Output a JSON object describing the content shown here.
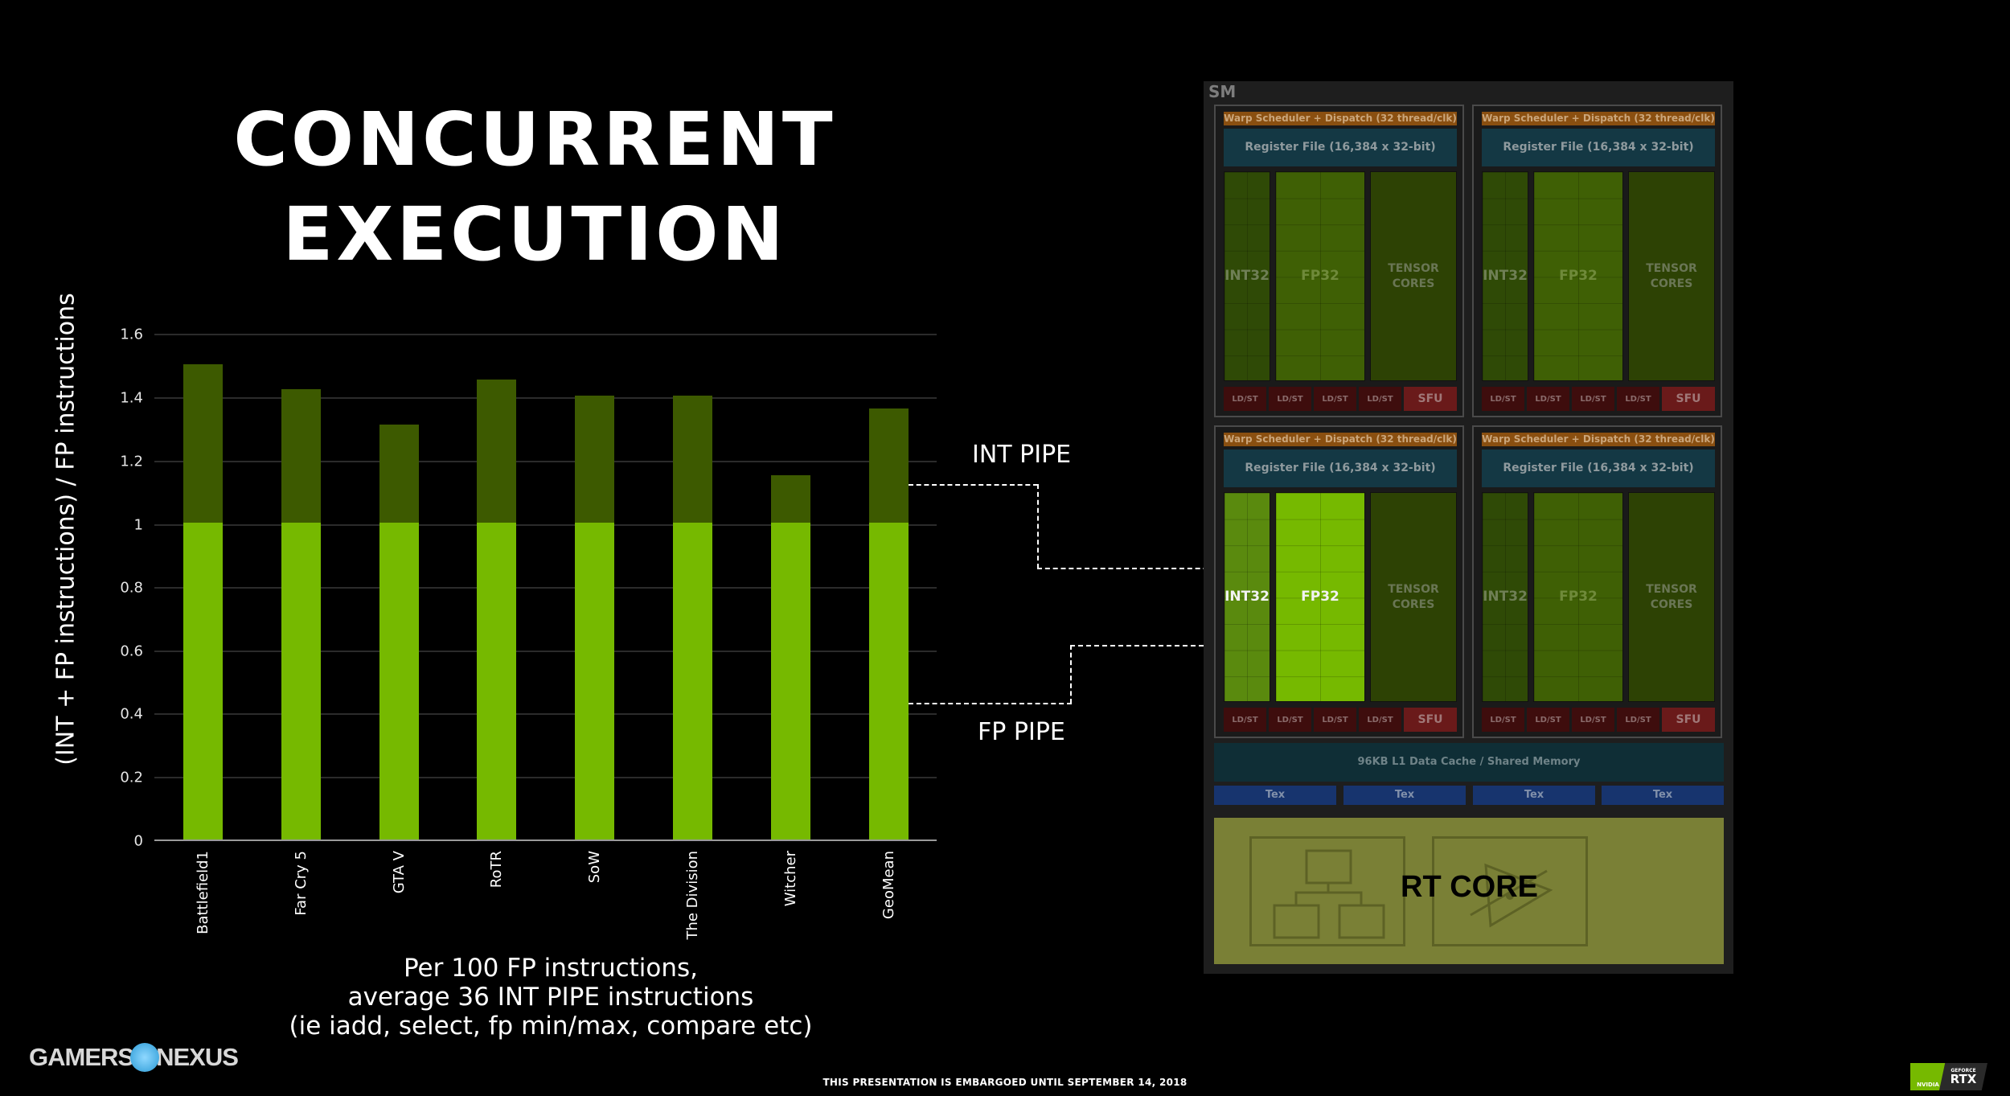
{
  "slide": {
    "title_line1": "CONCURRENT",
    "title_line2": "EXECUTION",
    "caption_lines": [
      "Per 100 FP instructions,",
      "average 36 INT PIPE instructions",
      "(ie iadd, select, fp min/max, compare etc)"
    ],
    "embargo": "THIS PRESENTATION IS EMBARGOED UNTIL SEPTEMBER 14, 2018",
    "int_pipe_label": "INT PIPE",
    "fp_pipe_label": "FP PIPE"
  },
  "logos": {
    "left_part1": "GAMERS",
    "left_part2": "NEXUS",
    "nvidia": "NVIDIA",
    "geforce": "GEFORCE",
    "rtx": "RTX"
  },
  "colors": {
    "fp_bar": "#76b900",
    "int_bar": "#3d5a00",
    "background": "#000000"
  },
  "chart_data": {
    "type": "bar",
    "stacked": true,
    "title": "",
    "xlabel": "",
    "ylabel": "(INT + FP instructions) / FP instructions",
    "ylim": [
      0,
      1.6
    ],
    "yticks": [
      "0",
      "0.2",
      "0.4",
      "0.6",
      "0.8",
      "1",
      "1.2",
      "1.4",
      "1.6"
    ],
    "grid": true,
    "legend": "none",
    "categories": [
      "Battlefield1",
      "Far Cry 5",
      "GTA V",
      "RoTR",
      "SoW",
      "The Division",
      "Witcher",
      "GeoMean"
    ],
    "series": [
      {
        "name": "FP PIPE",
        "color": "#76b900",
        "values": [
          1,
          1,
          1,
          1,
          1,
          1,
          1,
          1
        ]
      },
      {
        "name": "INT PIPE",
        "color": "#3d5a00",
        "values": [
          0.5,
          0.42,
          0.31,
          0.45,
          0.4,
          0.4,
          0.15,
          0.36
        ]
      }
    ],
    "totals": [
      1.5,
      1.42,
      1.31,
      1.45,
      1.4,
      1.4,
      1.15,
      1.36
    ]
  },
  "diagram": {
    "sm_label": "SM",
    "warp_label": "Warp Scheduler + Dispatch (32 thread/clk)",
    "register_label": "Register File (16,384 x 32-bit)",
    "int32_label": "INT32",
    "fp32_label": "FP32",
    "tensor_label_1": "TENSOR",
    "tensor_label_2": "CORES",
    "ldst_label": "LD/ST",
    "sfu_label": "SFU",
    "l1_label": "96KB L1 Data Cache / Shared Memory",
    "tex_label": "Tex",
    "rt_label": "RT CORE"
  }
}
